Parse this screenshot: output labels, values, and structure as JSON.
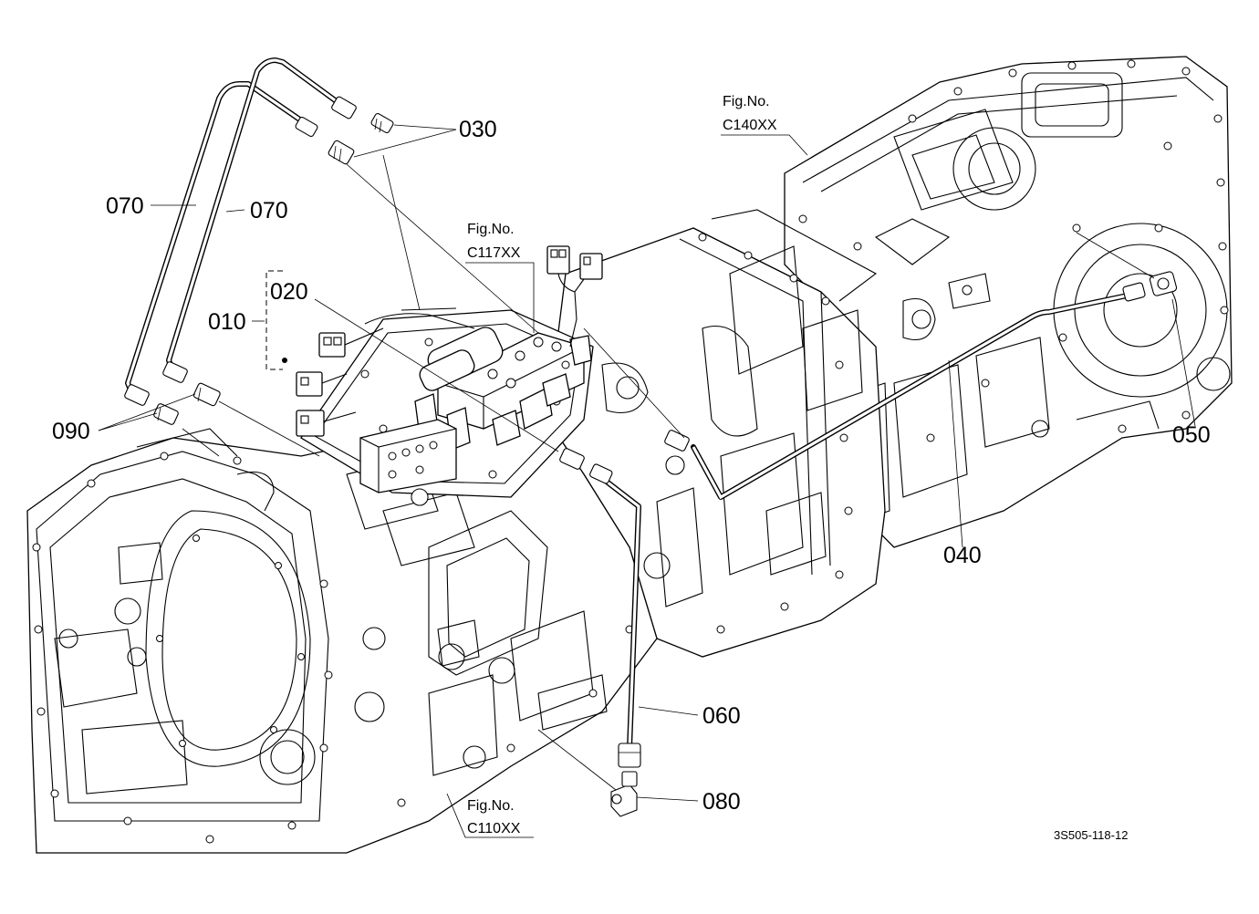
{
  "parts": [
    {
      "id": "010",
      "label": "010"
    },
    {
      "id": "020",
      "label": "020"
    },
    {
      "id": "030",
      "label": "030"
    },
    {
      "id": "040",
      "label": "040"
    },
    {
      "id": "050",
      "label": "050"
    },
    {
      "id": "060",
      "label": "060"
    },
    {
      "id": "070a",
      "label": "070"
    },
    {
      "id": "070b",
      "label": "070"
    },
    {
      "id": "080",
      "label": "080"
    },
    {
      "id": "090",
      "label": "090"
    }
  ],
  "fig_refs": [
    {
      "id": "c140",
      "heading": "Fig.No.",
      "code": "C140XX"
    },
    {
      "id": "c117",
      "heading": "Fig.No.",
      "code": "C117XX"
    },
    {
      "id": "c110",
      "heading": "Fig.No.",
      "code": "C110XX"
    }
  ],
  "drawing_code": "3S505-118-12"
}
